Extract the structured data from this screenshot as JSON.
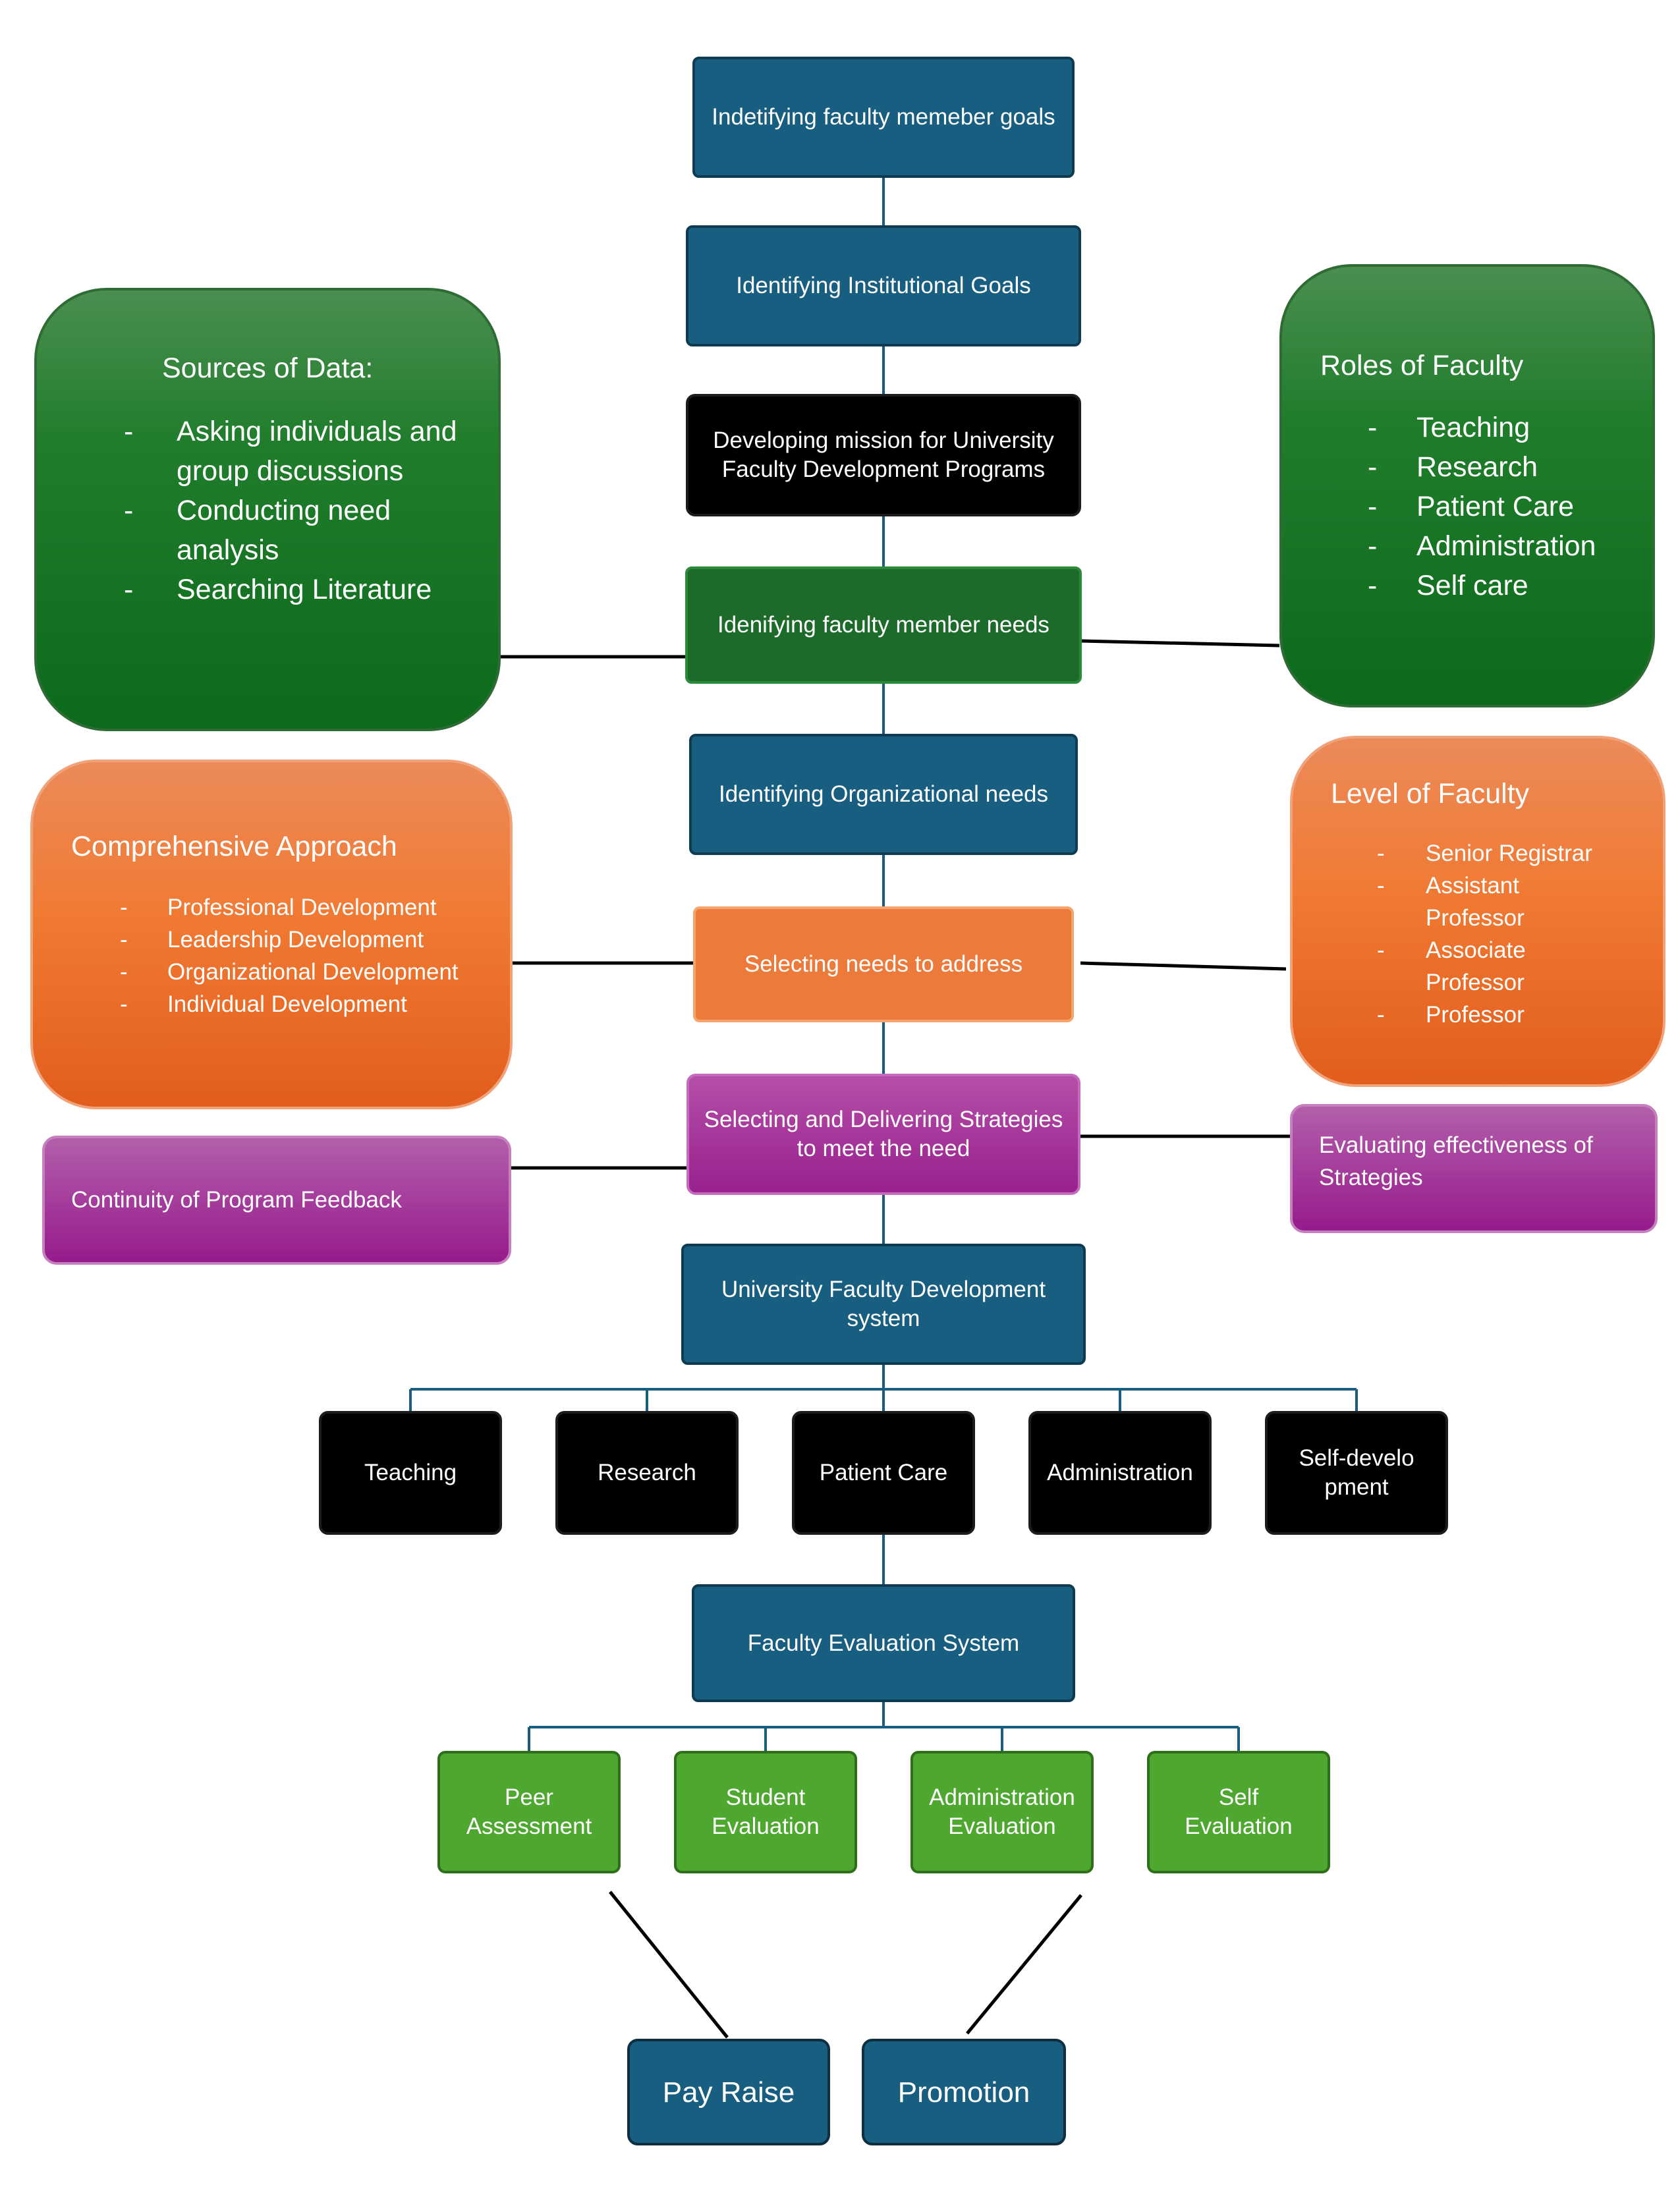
{
  "flow": {
    "goals_member": "Indetifying faculty memeber goals",
    "goals_institution": "Identifying Institutional Goals",
    "mission": "Developing mission for University Faculty Development Programs",
    "member_needs": "Idenifying faculty member needs",
    "org_needs": "Identifying Organizational needs",
    "select_needs": "Selecting needs to address",
    "strategies": "Selecting and Delivering Strategies to meet the need",
    "ufd_system": "University Faculty Development system",
    "eval_system": "Faculty Evaluation System"
  },
  "sources": {
    "title": "Sources of Data:",
    "items": [
      "Asking individuals and group discussions",
      "Conducting need analysis",
      "Searching Literature"
    ]
  },
  "roles": {
    "title": "Roles of Faculty",
    "items": [
      "Teaching",
      "Research",
      "Patient Care",
      "Administration",
      "Self care"
    ]
  },
  "approach": {
    "title": "Comprehensive Approach",
    "items": [
      "Professional Development",
      "Leadership Development",
      "Organizational Development",
      "Individual Development"
    ]
  },
  "levels": {
    "title": "Level of Faculty",
    "items": [
      "Senior Registrar",
      "Assistant Professor",
      "Associate Professor",
      "Professor"
    ]
  },
  "feedback": {
    "label": "Continuity of Program Feedback"
  },
  "effectiveness": {
    "label": "Evaluating effectiveness of Strategies"
  },
  "areas": [
    "Teaching",
    "Research",
    "Patient Care",
    "Administration",
    "Self-development"
  ],
  "evaluations": [
    "Peer Assessment",
    "Student Evaluation",
    "Administration Evaluation",
    "Self Evaluation"
  ],
  "outcomes": {
    "pay_raise": "Pay Raise",
    "promotion": "Promotion"
  },
  "colors": {
    "flow_blue": "#175e80",
    "panel_green": "#0d6a1c",
    "panel_orange": "#f07a33",
    "panel_purple": "#961b8c",
    "eval_green": "#4ea72e"
  }
}
